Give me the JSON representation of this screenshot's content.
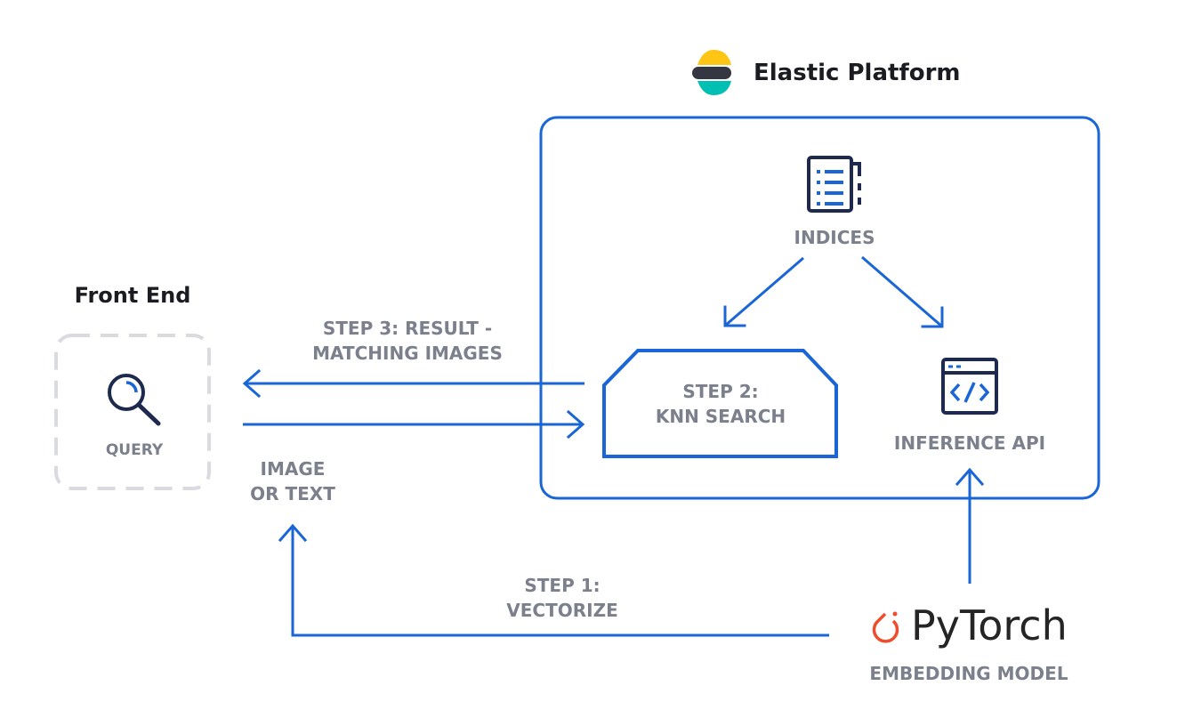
{
  "platform": {
    "title": "Elastic Platform",
    "logo_icon": "elastic-logo-icon"
  },
  "front_end": {
    "title": "Front End",
    "query_label": "QUERY",
    "icon": "search-icon"
  },
  "indices": {
    "label": "INDICES",
    "icon": "document-list-icon"
  },
  "knn": {
    "line1": "STEP 2:",
    "line2": "KNN SEARCH"
  },
  "inference": {
    "label": "INFERENCE API",
    "icon": "code-window-icon"
  },
  "step3": {
    "line1": "STEP 3: RESULT -",
    "line2": "MATCHING IMAGES"
  },
  "input": {
    "line1": "IMAGE",
    "line2": "OR TEXT"
  },
  "step1": {
    "line1": "STEP 1:",
    "line2": "VECTORIZE"
  },
  "pytorch": {
    "wordmark": "PyTorch",
    "caption": "EMBEDDING MODEL",
    "icon": "pytorch-logo-icon"
  },
  "colors": {
    "accent": "#1a66d6",
    "label_gray": "#7c7f8c",
    "navy": "#1d2a4d",
    "pytorch": "#ee4c2c"
  }
}
